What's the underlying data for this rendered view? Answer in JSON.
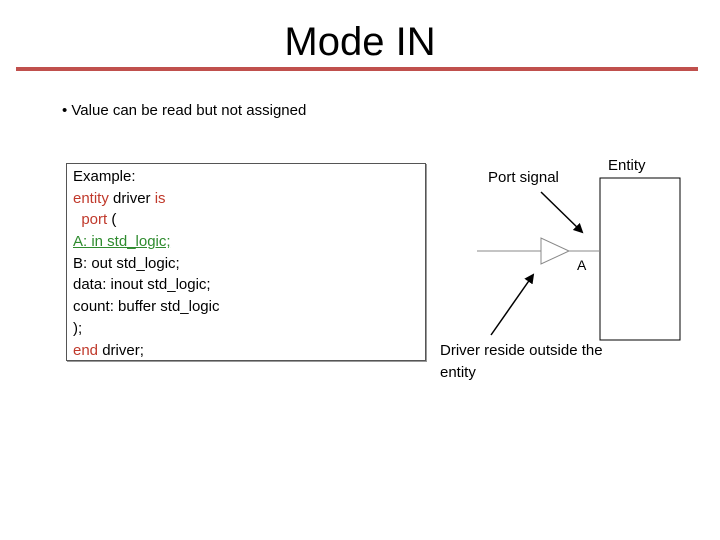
{
  "slide": {
    "title": "Mode IN",
    "bullet": "• Value can be read but not assigned",
    "code": {
      "l1": "Example:",
      "l2_kw": "entity",
      "l2_rest": " driver ",
      "l2_kw2": "is",
      "l3_indent": "  ",
      "l3_kw": "port",
      "l3_rest": " (",
      "l4": "A: in std_logic;",
      "l5": "B: out std_logic;",
      "l6": "data: inout std_logic;",
      "l7": "count: buffer std_logic",
      "l8": ");",
      "l9_kw": "end",
      "l9_rest": " driver;"
    },
    "diagram": {
      "port_signal": "Port signal",
      "entity": "Entity",
      "port_name": "A",
      "driver_note": "Driver reside outside the entity"
    }
  },
  "colors": {
    "title_rule": "#c0504d",
    "keyword": "#c0392b",
    "highlight": "#2e8b2e"
  }
}
